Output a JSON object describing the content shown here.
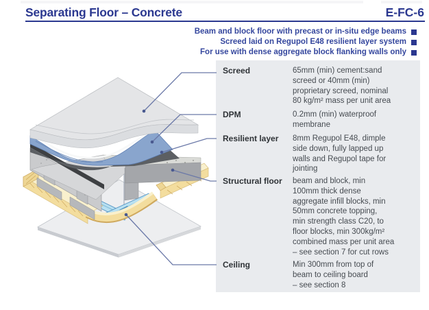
{
  "header": {
    "title": "Separating Floor – Concrete",
    "code": "E-FC-6",
    "features": [
      "Beam and block floor with precast or in-situ edge beams",
      "Screed laid on Regupol E48 resilient layer system",
      "For use with dense aggregate block flanking walls only"
    ]
  },
  "legend": {
    "rows": [
      {
        "label": "Screed",
        "description": "65mm (min) cement:sand\nscreed or 40mm (min)\nproprietary screed, nominal\n80 kg/m² mass per unit area"
      },
      {
        "label": "DPM",
        "description": "0.2mm (min) waterproof\nmembrane"
      },
      {
        "label": "Resilient layer",
        "description": "8mm Regupol E48, dimple\nside down, fully lapped up\nwalls and Regupol tape for\njointing"
      },
      {
        "label": "Structural floor",
        "description": "beam and block, min\n100mm thick dense\naggregate infill blocks, min\n50mm concrete topping,\nmin strength class C20, to\nfloor blocks, min 300kg/m²\ncombined mass per unit area\n– see section 7 for cut rows"
      },
      {
        "label": "Ceiling",
        "description": "Min 300mm from top of\nbeam to ceiling board\n– see section 8"
      }
    ]
  },
  "diagram": {
    "parts": [
      "screed-slab",
      "dpm-membrane",
      "resilient-layer",
      "structural-floor-beam-and-block",
      "timber-battens",
      "resilient-bar-channel",
      "ceiling-board",
      "hanger-wire"
    ]
  },
  "colors": {
    "accent_navy": "#2b3890",
    "feature_blue": "#35479e",
    "panel_bg": "#e9ebee",
    "leader_line": "#6b79a8",
    "screed_gray": "#e4e5e7",
    "dpm_blue": "#89a5cd",
    "resilient_dark": "#5c5f63",
    "concrete_gray": "#c9cacc",
    "timber_yellow": "#f3dd9e",
    "channel_blue": "#b8e0f1"
  }
}
